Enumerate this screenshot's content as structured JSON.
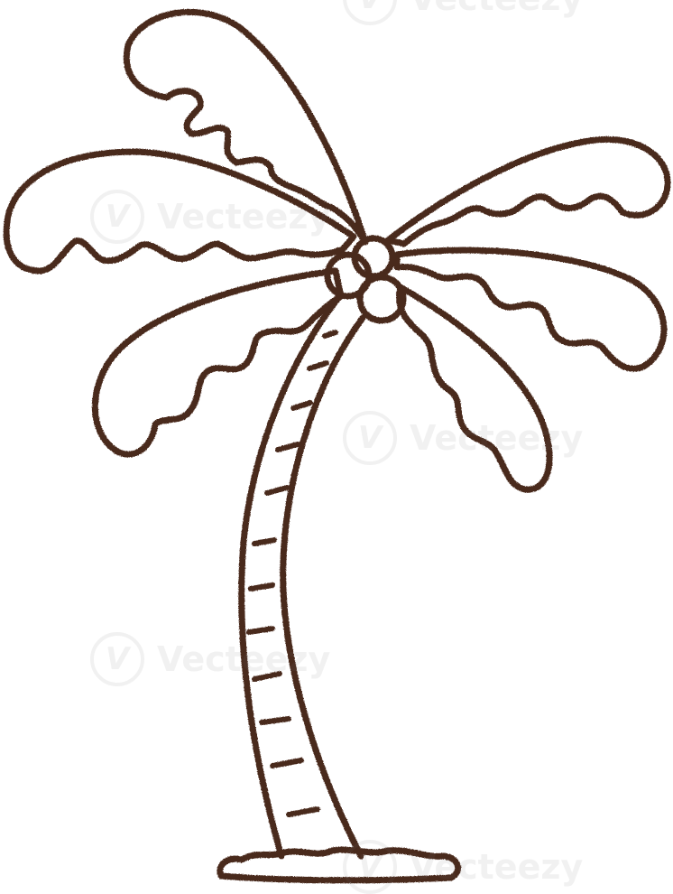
{
  "illustration": {
    "subject": "palm-tree",
    "style": "charcoal line drawing",
    "stroke_color": "#4a2a1e",
    "background_color": "#ffffff"
  },
  "watermark": {
    "brand_text": "Vecteezy",
    "logo_glyph": "V"
  }
}
